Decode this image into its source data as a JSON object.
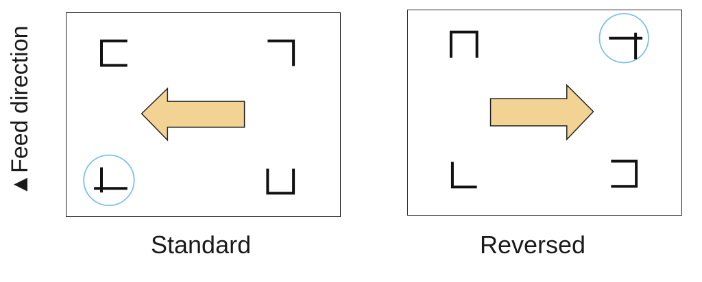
{
  "side_label": "▲Feed direction",
  "panels": [
    {
      "id": "standard",
      "caption": "Standard",
      "arrow_direction": "left",
      "highlighted_mark": "bottom-left"
    },
    {
      "id": "reversed",
      "caption": "Reversed",
      "arrow_direction": "right",
      "highlighted_mark": "top-right"
    }
  ],
  "colors": {
    "arrow_fill": "#f2d394",
    "arrow_stroke": "#222222",
    "mark_stroke": "#111111",
    "highlight_circle": "#7cc0ee",
    "frame_border": "#222222"
  }
}
